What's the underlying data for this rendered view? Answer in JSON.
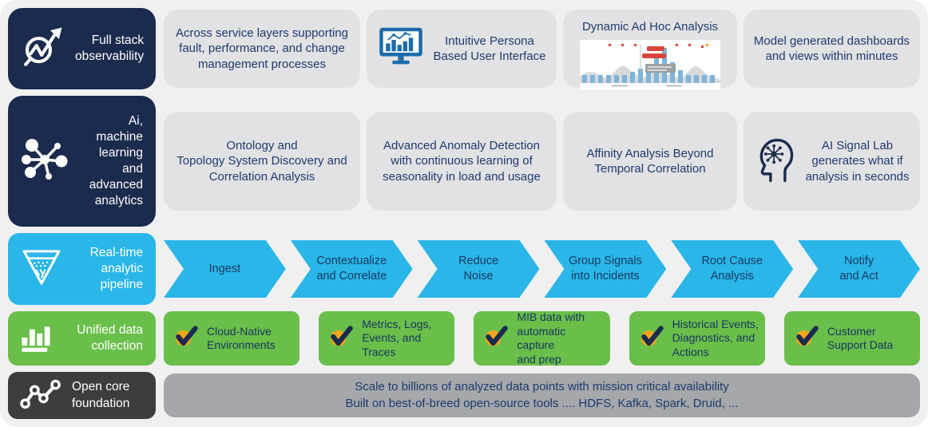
{
  "colors": {
    "navy": "#1b2b4e",
    "cyan": "#2ab6e9",
    "green": "#6abf4a",
    "charcoal": "#3d3d3f",
    "silver": "#a5a7aa",
    "card_gray": "#e2e2e4",
    "text_navy": "#1e3a6c",
    "orange": "#f4a61d",
    "icon_blue": "#1b6cab",
    "background": "#f0f0f1",
    "white": "#ffffff",
    "red": "#d8463c"
  },
  "observability": {
    "label": "Full stack\nobservability",
    "cards": [
      {
        "text": "Across service layers supporting\nfault, performance, and change\nmanagement processes"
      },
      {
        "text": "Intuitive Persona\nBased User Interface",
        "icon": "monitor-chart-icon"
      },
      {
        "title": "Dynamic Ad Hoc Analysis",
        "image": "mini-dashboard-chart"
      },
      {
        "text": "Model generated dashboards\nand views within minutes"
      }
    ]
  },
  "ai": {
    "label": "Ai, machine\nlearning and\nadvanced\nanalytics",
    "cards": [
      {
        "text": "Ontology and\nTopology System Discovery and\nCorrelation Analysis"
      },
      {
        "text": "Advanced Anomaly Detection\nwith continuous learning of\nseasonality in load and usage"
      },
      {
        "text": "Affinity Analysis Beyond\nTemporal Correlation"
      },
      {
        "text": "AI Signal Lab\ngenerates what if\nanalysis in seconds",
        "icon": "ai-head-icon"
      }
    ]
  },
  "pipeline": {
    "label": "Real-time\nanalytic\npipeline",
    "steps": [
      "Ingest",
      "Contextualize\nand Correlate",
      "Reduce\nNoise",
      "Group Signals\ninto Incidents",
      "Root Cause\nAnalysis",
      "Notify\nand Act"
    ]
  },
  "collection": {
    "label": "Unified data\ncollection",
    "items": [
      "Cloud-Native\nEnvironments",
      "Metrics, Logs,\nEvents, and\nTraces",
      "MIB data with\nautomatic capture\nand prep",
      "Historical Events,\nDiagnostics, and\nActions",
      "Customer\nSupport Data"
    ]
  },
  "foundation": {
    "label": "Open core\nfoundation",
    "line1": "Scale to billions of analyzed data points with mission critical availability",
    "line2": "Built on best-of-breed open-source tools .... HDFS, Kafka, Spark, Druid, ..."
  }
}
